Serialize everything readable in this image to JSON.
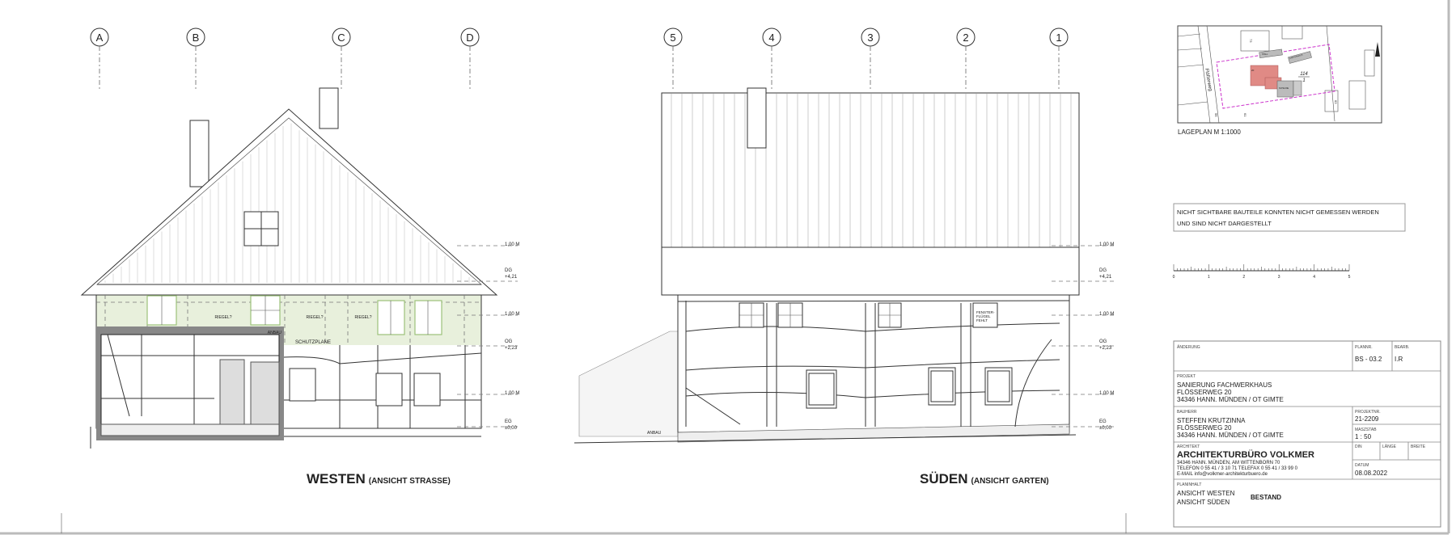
{
  "west_view": {
    "title": "WESTEN",
    "subtitle": "(ANSICHT STRASSE)",
    "axes": [
      "A",
      "B",
      "C",
      "D"
    ],
    "annotations": {
      "riegel": "RIEGEL?",
      "anbau": "ANBAU",
      "schutzplane": "SCHUTZPLANE"
    }
  },
  "south_view": {
    "title": "SÜDEN",
    "subtitle": "(ANSICHT GARTEN)",
    "axes": [
      "5",
      "4",
      "3",
      "2",
      "1"
    ],
    "annotations": {
      "fenster": [
        "FENSTER-",
        "FLÜGEL",
        "FEHLT"
      ],
      "anbau": "ANBAU"
    }
  },
  "levels": {
    "dg_name": "DG",
    "dg_value": "+4,21",
    "og_name": "OG",
    "og_value": "+2,23",
    "eg_name": "EG",
    "eg_value": "±0,00",
    "meter": "1,00 M"
  },
  "colors": {
    "tarp": "#e8f0dc",
    "tarp_outline": "#9cc27a",
    "building_highlight": "#e08a85",
    "parcel_border": "#cc33cc"
  },
  "site_plan": {
    "caption": "LAGEPLAN M 1:1000",
    "street": "Flößerweg",
    "parcel_top": "114",
    "parcel_bottom": "1",
    "labels": {
      "stall": "STALL",
      "gartenhaus": "GARTENHAUS",
      "scheune": "SCHEUNE",
      "n73": "73",
      "n63": "63",
      "n61": "61",
      "n56": "56",
      "n20": "20"
    }
  },
  "note": {
    "line1": "NICHT SICHTBARE BAUTEILE KONNTEN NICHT GEMESSEN WERDEN",
    "line2": "UND SIND NICHT DARGESTELLT"
  },
  "scale_bar": {
    "ticks": [
      "0",
      "1",
      "2",
      "3",
      "4",
      "5"
    ]
  },
  "title_block": {
    "aenderung_label": "ÄNDERUNG",
    "plannr_label": "PLANNR.",
    "plannr": "BS - 03.2",
    "bearb_label": "BEARB.",
    "bearb": "I.R",
    "projekt_label": "PROJEKT",
    "projekt": [
      "SANIERUNG FACHWERKHAUS",
      "FLÖSSERWEG 20",
      "34346 HANN. MÜNDEN / OT GIMTE"
    ],
    "bauherr_label": "BAUHERR",
    "bauherr": [
      "STEFFEN KRUTZINNA",
      "FLÖSSERWEG 20",
      "34346 HANN. MÜNDEN / OT GIMTE"
    ],
    "projektnr_label": "PROJEKTNR.",
    "projektnr": "21-2209",
    "massstab_label": "MASZSTAB",
    "massstab": "1 : 50",
    "architekt_label": "ARCHITEKT",
    "architekt_name": "ARCHITEKTURBÜRO VOLKMER",
    "architekt": [
      "34346 HANN. MÜNDEN, AM WITTENBORN 70",
      "TELEFON  0 55 41 / 3 10 71   TELEFAX  0 55 41 / 33 99 0",
      "E-MAIL  info@volkmer-architekturbuero.de"
    ],
    "din_label": "DIN",
    "laenge_label": "LÄNGE",
    "breite_label": "BREITE",
    "datum_label": "DATUM",
    "datum": "08.08.2022",
    "planinhalt_label": "PLANINHALT",
    "planinhalt": [
      "ANSICHT WESTEN",
      "ANSICHT SÜDEN"
    ],
    "status": "BESTAND"
  }
}
